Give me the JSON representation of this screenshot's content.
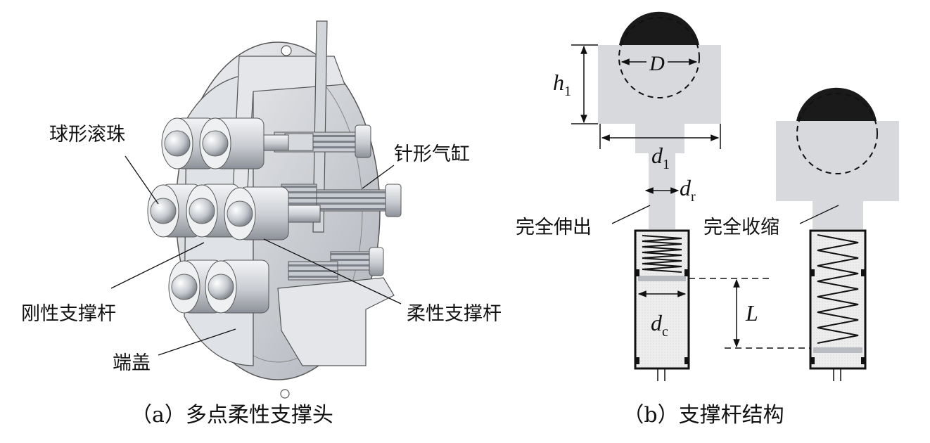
{
  "panel_a": {
    "caption": "（a）多点柔性支撑头",
    "labels": {
      "ball": "球形滚珠",
      "cylinder": "针形气缸",
      "rigid_rod": "刚性支撑杆",
      "flexible_rod": "柔性支撑杆",
      "end_cap": "端盖"
    }
  },
  "panel_b": {
    "caption": "（b）支撑杆结构",
    "states": {
      "extended": "完全伸出",
      "retracted": "完全收缩"
    },
    "dimensions": {
      "h": "h",
      "h_sub": "1",
      "D": "D",
      "d1": "d",
      "d1_sub": "1",
      "dr": "d",
      "dr_sub": "r",
      "dc": "d",
      "dc_sub": "c",
      "L": "L"
    }
  },
  "colors": {
    "part_gray": "#d7d9dd",
    "metal_light": "#eceef1",
    "metal_mid": "#b9bdc4",
    "metal_dark": "#6f747c",
    "ball_black": "#1a1a1a",
    "line": "#111111"
  }
}
